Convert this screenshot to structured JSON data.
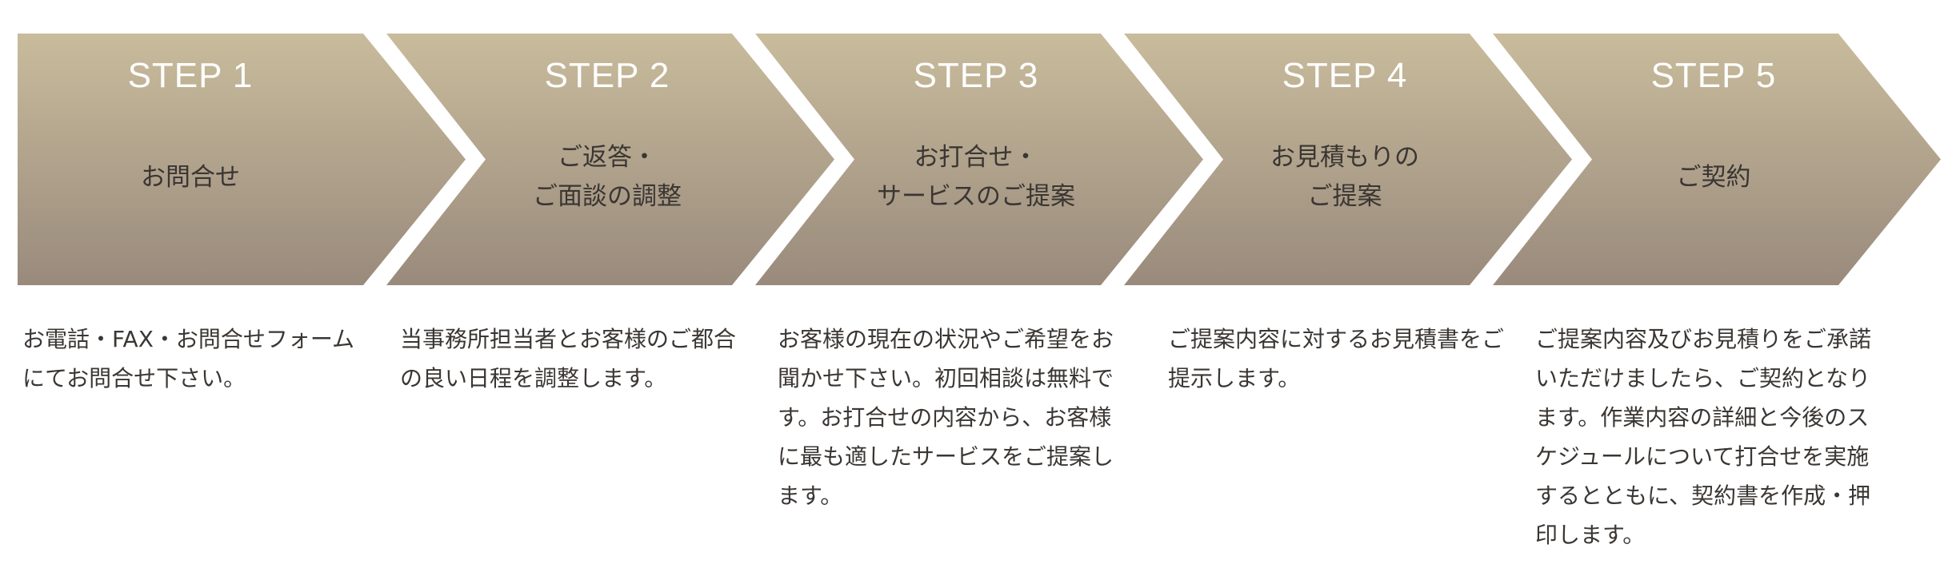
{
  "colors": {
    "gradient_top": "#c9bc9c",
    "gradient_bottom": "#998a7c",
    "title_text": "#3a3633",
    "step_text": "#ffffff"
  },
  "steps": [
    {
      "label": "STEP 1",
      "title": "お問合せ",
      "description": "お電話・FAX・お問合せフォームにてお問合せ下さい。"
    },
    {
      "label": "STEP 2",
      "title": "ご返答・\nご面談の調整",
      "description": "当事務所担当者とお客様のご都合の良い日程を調整します。"
    },
    {
      "label": "STEP 3",
      "title": "お打合せ・\nサービスのご提案",
      "description": "お客様の現在の状況やご希望をお聞かせ下さい。初回相談は無料です。お打合せの内容から、お客様に最も適したサービスをご提案します。"
    },
    {
      "label": "STEP 4",
      "title": "お見積もりの\nご提案",
      "description": "ご提案内容に対するお見積書をご提示します。"
    },
    {
      "label": "STEP 5",
      "title": "ご契約",
      "description": "ご提案内容及びお見積りをご承諾いただけましたら、ご契約となります。作業内容の詳細と今後のスケジュールについて打合せを実施するとともに、契約書を作成・押印します。"
    }
  ]
}
